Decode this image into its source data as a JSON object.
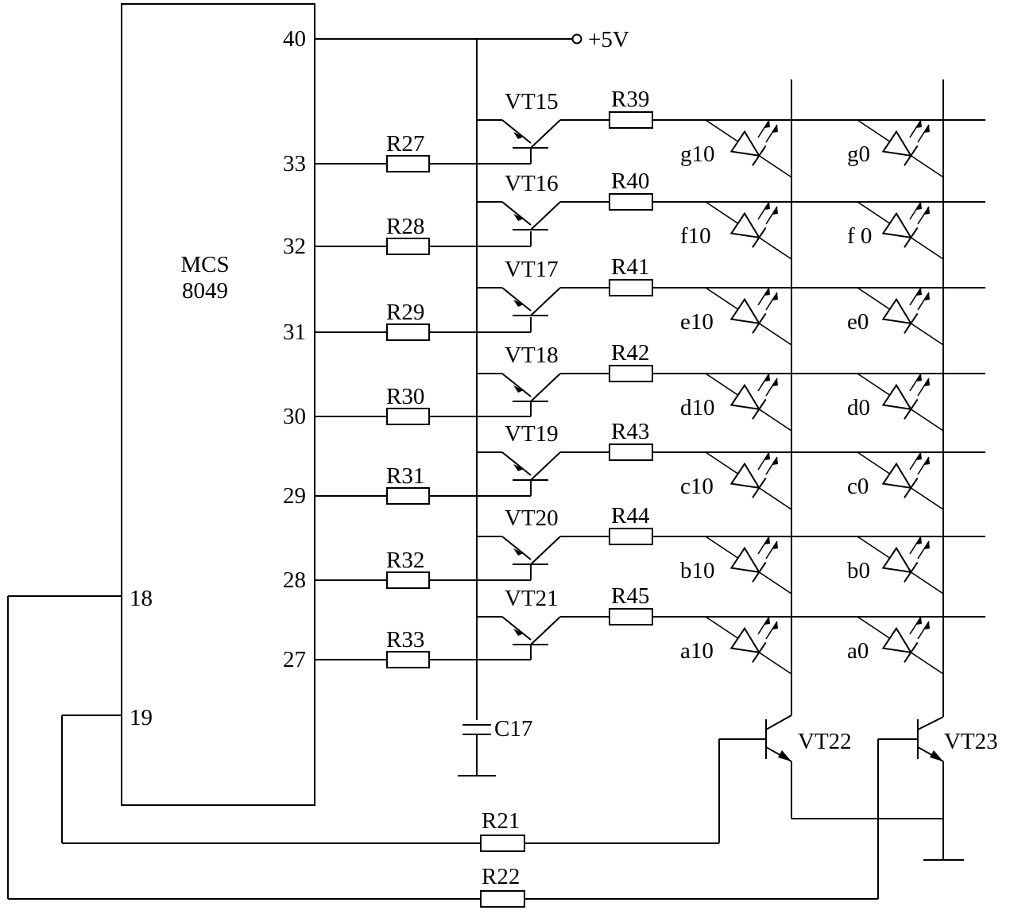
{
  "mcu": {
    "name_line1": "MCS",
    "name_line2": "8049"
  },
  "supply": {
    "label": "+5V",
    "pin": "40"
  },
  "rows": [
    {
      "pin": "33",
      "base_resistor": "R27",
      "transistor": "VT15",
      "series_resistor": "R39",
      "led_left": "g10",
      "led_right": "g0"
    },
    {
      "pin": "32",
      "base_resistor": "R28",
      "transistor": "VT16",
      "series_resistor": "R40",
      "led_left": "f10",
      "led_right": "f 0"
    },
    {
      "pin": "31",
      "base_resistor": "R29",
      "transistor": "VT17",
      "series_resistor": "R41",
      "led_left": "e10",
      "led_right": "e0"
    },
    {
      "pin": "30",
      "base_resistor": "R30",
      "transistor": "VT18",
      "series_resistor": "R42",
      "led_left": "d10",
      "led_right": "d0"
    },
    {
      "pin": "29",
      "base_resistor": "R31",
      "transistor": "VT19",
      "series_resistor": "R43",
      "led_left": "c10",
      "led_right": "c0"
    },
    {
      "pin": "28",
      "base_resistor": "R32",
      "transistor": "VT20",
      "series_resistor": "R44",
      "led_left": "b10",
      "led_right": "b0"
    },
    {
      "pin": "27",
      "base_resistor": "R33",
      "transistor": "VT21",
      "series_resistor": "R45",
      "led_left": "a10",
      "led_right": "a0"
    }
  ],
  "capacitor": {
    "label": "C17"
  },
  "digit_drivers": [
    {
      "transistor": "VT22",
      "mcu_pin": "19",
      "resistor": "R21"
    },
    {
      "transistor": "VT23",
      "mcu_pin": "18",
      "resistor": "R22"
    }
  ]
}
